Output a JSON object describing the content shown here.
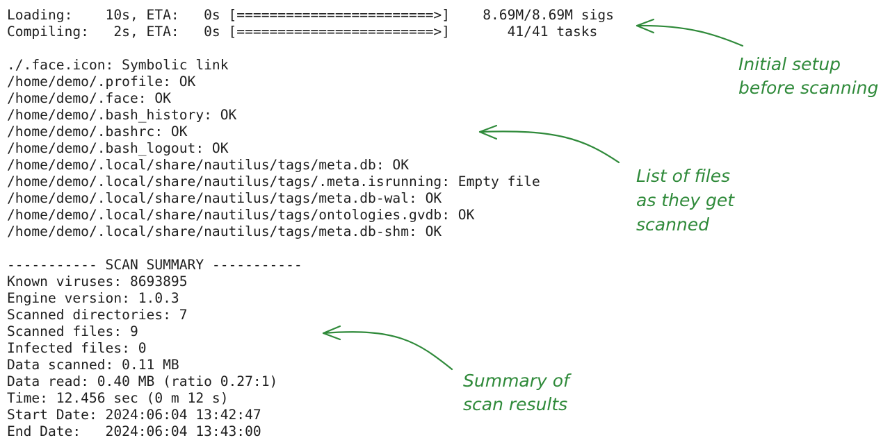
{
  "terminal": {
    "progress": [
      "Loading:    10s, ETA:   0s [========================>]    8.69M/8.69M sigs",
      "Compiling:   2s, ETA:   0s [========================>]       41/41 tasks"
    ],
    "files": [
      "./.face.icon: Symbolic link",
      "/home/demo/.profile: OK",
      "/home/demo/.face: OK",
      "/home/demo/.bash_history: OK",
      "/home/demo/.bashrc: OK",
      "/home/demo/.bash_logout: OK",
      "/home/demo/.local/share/nautilus/tags/meta.db: OK",
      "/home/demo/.local/share/nautilus/tags/.meta.isrunning: Empty file",
      "/home/demo/.local/share/nautilus/tags/meta.db-wal: OK",
      "/home/demo/.local/share/nautilus/tags/ontologies.gvdb: OK",
      "/home/demo/.local/share/nautilus/tags/meta.db-shm: OK"
    ],
    "summary": [
      "----------- SCAN SUMMARY -----------",
      "Known viruses: 8693895",
      "Engine version: 1.0.3",
      "Scanned directories: 7",
      "Scanned files: 9",
      "Infected files: 0",
      "Data scanned: 0.11 MB",
      "Data read: 0.40 MB (ratio 0.27:1)",
      "Time: 12.456 sec (0 m 12 s)",
      "Start Date: 2024:06:04 13:42:47",
      "End Date:   2024:06:04 13:43:00"
    ]
  },
  "annotations": {
    "setup": [
      "Initial setup",
      "before scanning"
    ],
    "files": [
      "List of files",
      "as they get",
      "scanned"
    ],
    "summary": [
      "Summary of",
      "scan results"
    ]
  },
  "colors": {
    "text": "#1e1e1e",
    "annotation": "#2f8a3a",
    "background": "#ffffff"
  }
}
